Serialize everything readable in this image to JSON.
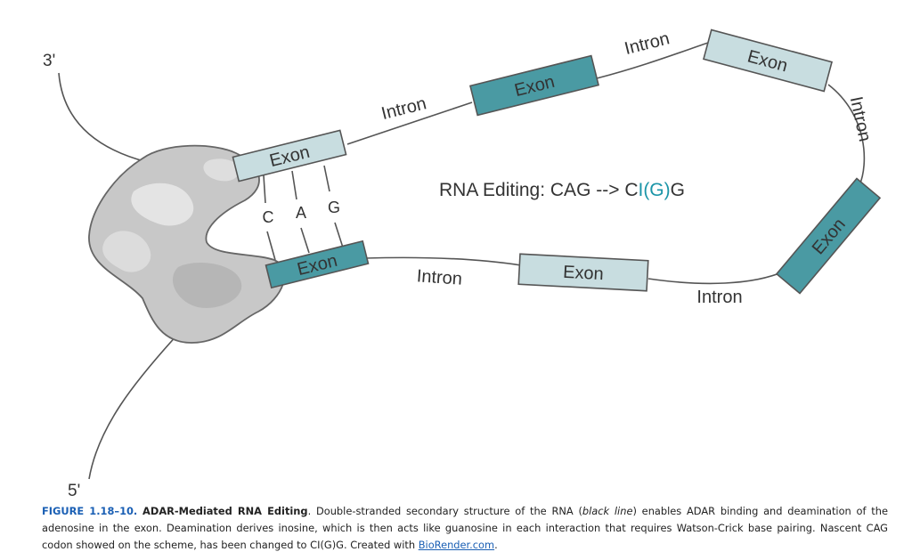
{
  "diagram": {
    "end_3": "3'",
    "end_5": "5'",
    "exon_label": "Exon",
    "intron_label": "Intron",
    "bases": [
      "C",
      "A",
      "G"
    ],
    "editing_prefix": "RNA Editing: CAG --> C",
    "editing_highlight": "I(G)",
    "editing_suffix": "G",
    "colors": {
      "exon_light": "#c8dde0",
      "exon_dark": "#4a9aa3",
      "highlight": "#1b95a8",
      "line": "#555555",
      "enzyme": "#c8c8c8"
    }
  },
  "caption": {
    "figure_number": "FIGURE 1.18–10.",
    "title": "ADAR-Mediated RNA Editing",
    "text_1": ". Double-stranded secondary structure of the RNA (",
    "text_italic": "black line",
    "text_2": ") enables ADAR binding and deamination of the adenosine in the exon. Deamination derives inosine, which is then acts like guanosine in each interaction that requires Watson-Crick base pairing. Nascent CAG codon showed on the scheme, has been changed to CI(G)G. Created with ",
    "link_text": "BioRender.com",
    "text_end": "."
  }
}
